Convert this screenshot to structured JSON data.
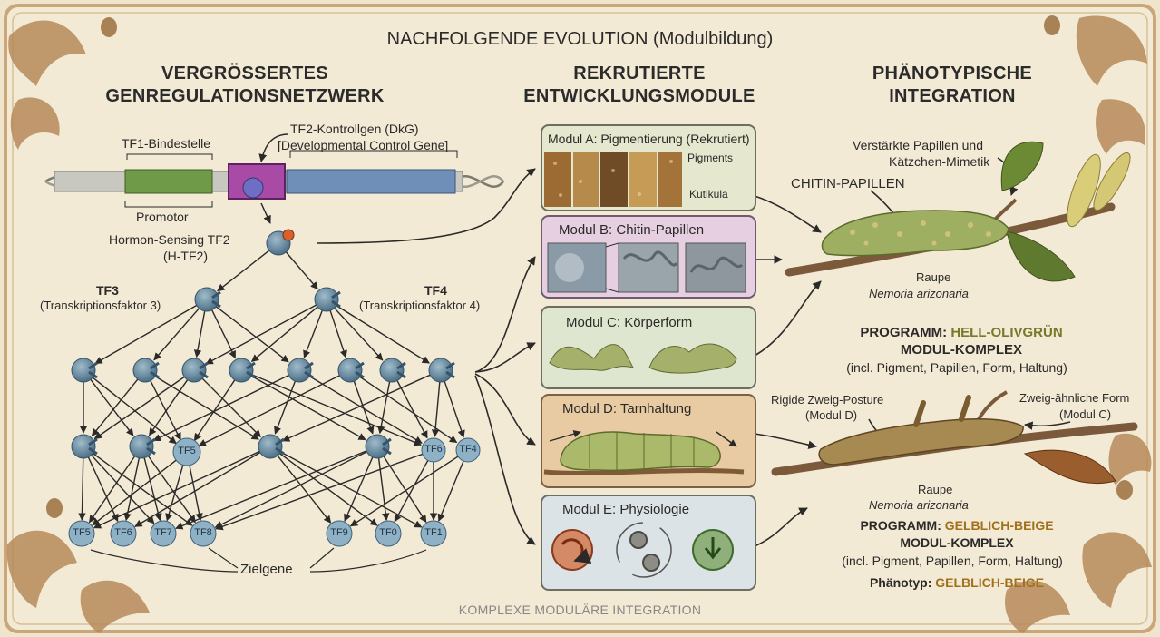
{
  "title": "NACHFOLGENDE EVOLUTION (Modulbildung)",
  "footer": "KOMPLEXE MODULÄRE INTEGRATION",
  "columns": {
    "left_line1": "VERGRÖSSERTES",
    "left_line2": "GENREGULATIONSNETZWERK",
    "mid_line1": "REKRUTIERTE",
    "mid_line2": "ENTWICKLUNGSMODULE",
    "right_line1": "PHÄNOTYPISCHE",
    "right_line2": "INTEGRATION"
  },
  "gene": {
    "tf1_site": "TF1-Bindestelle",
    "dkg_line1": "TF2-Kontrollgen (DkG)",
    "dkg_line2": "[Developmental Control Gene]",
    "promotor": "Promotor",
    "htf2_line1": "Hormon-Sensing TF2",
    "htf2_line2": "(H-TF2)"
  },
  "network": {
    "tf3": "TF3",
    "tf3_desc": "(Transkriptionsfaktor 3)",
    "tf4": "TF4",
    "tf4_desc": "(Transkriptionsfaktor 4)",
    "layer2_labels": [
      "TF5",
      "TF6",
      "TF4"
    ],
    "target_labels": [
      "TF5",
      "TF6",
      "TF7",
      "TF8",
      "TF9",
      "TF0",
      "TF1"
    ],
    "zielgene": "Zielgene"
  },
  "modules": {
    "a": {
      "label": "Modul A: Pigmentierung (Rekrutiert)",
      "pigments": "Pigments",
      "kutikula": "Kutikula"
    },
    "b": {
      "label": "Modul B: Chitin-Papillen"
    },
    "c": {
      "label": "Modul C: Körperform"
    },
    "d": {
      "label": "Modul D: Tarnhaltung"
    },
    "e": {
      "label": "Modul E: Physiologie"
    }
  },
  "phenotype": {
    "papillen_line1": "Verstärkte Papillen und",
    "papillen_line2": "Kätzchen-Mimetik",
    "chitin": "CHITIN-PAPILLEN",
    "raupe1": "Raupe",
    "species1": "Nemoria arizonaria",
    "prog1_prefix": "PROGRAMM: ",
    "prog1_color": "HELL-OLIVGRÜN",
    "prog1_line2": "MODUL-KOMPLEX",
    "prog1_line3": "(incl. Pigment, Papillen, Form, Haltung)",
    "rigid_line1": "Rigide Zweig-Posture",
    "rigid_line2": "(Modul D)",
    "zweig_line1": "Zweig-ähnliche Form",
    "zweig_line2": "(Modul C)",
    "raupe2": "Raupe",
    "species2": "Nemoria arizonaria",
    "prog2_prefix": "PROGRAMM: ",
    "prog2_color": "GELBLICH-BEIGE",
    "prog2_line2": "MODUL-KOMPLEX",
    "prog2_line3": "(incl. Pigment, Papillen, Form, Haltung)",
    "phaeno_prefix": "Phänotyp: ",
    "phaeno_color": "GELBLICH-BEIGE"
  },
  "colors": {
    "background": "#efe4cc",
    "olive": "#76792a",
    "beige": "#a0701a",
    "node": "#5b7f94",
    "module_b": "#e5cfe0",
    "module_d": "#e8cba3"
  }
}
